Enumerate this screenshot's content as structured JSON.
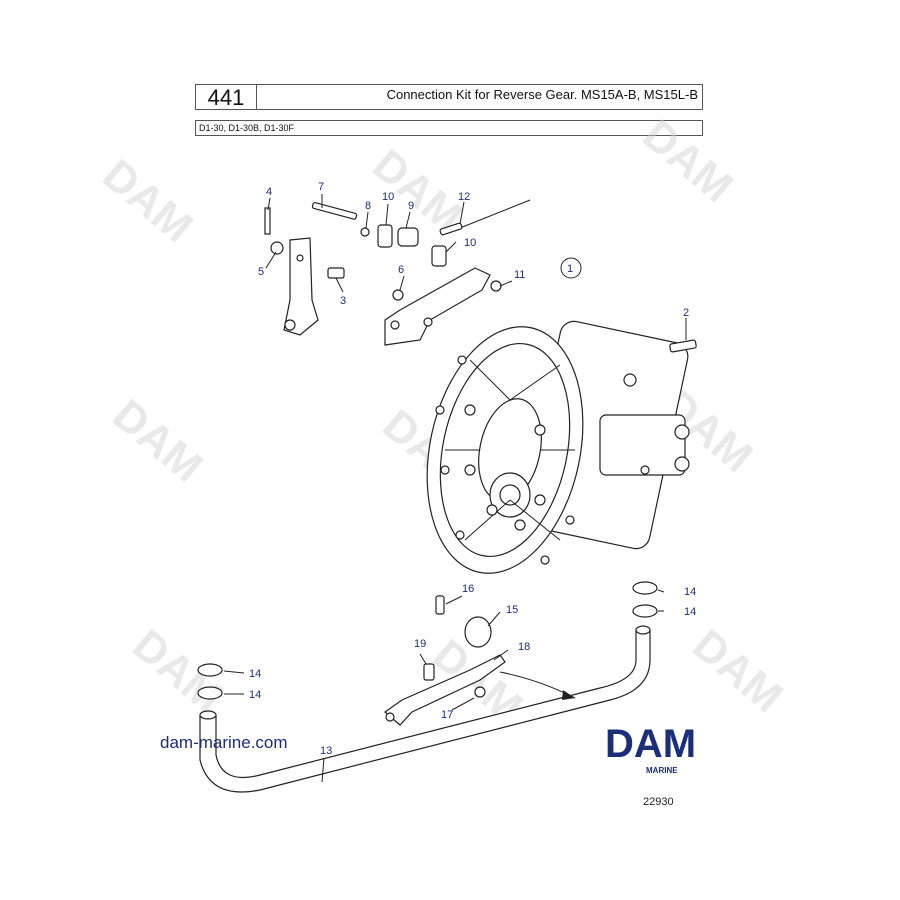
{
  "header": {
    "page_number": "441",
    "title": "Connection Kit for Reverse Gear. MS15A-B, MS15L-B",
    "models": "D1-30, D1-30B, D1-30F"
  },
  "footer": {
    "url": "dam-marine.com",
    "logo_text": "DAM",
    "logo_subtext": "MARINE",
    "figure_number": "22930"
  },
  "watermark_text": "DAM",
  "part_labels": {
    "p1": "1",
    "p2": "2",
    "p3": "3",
    "p4": "4",
    "p5": "5",
    "p6": "6",
    "p7": "7",
    "p8": "8",
    "p9": "9",
    "p10a": "10",
    "p10b": "10",
    "p11": "11",
    "p12": "12",
    "p13": "13",
    "p14a": "14",
    "p14b": "14",
    "p14c": "14",
    "p14d": "14",
    "p15": "15",
    "p16": "16",
    "p17": "17",
    "p18": "18",
    "p19": "19"
  },
  "colors": {
    "label_blue": "#1a2e7a",
    "line": "#222222",
    "watermark": "#cfcfcf"
  }
}
